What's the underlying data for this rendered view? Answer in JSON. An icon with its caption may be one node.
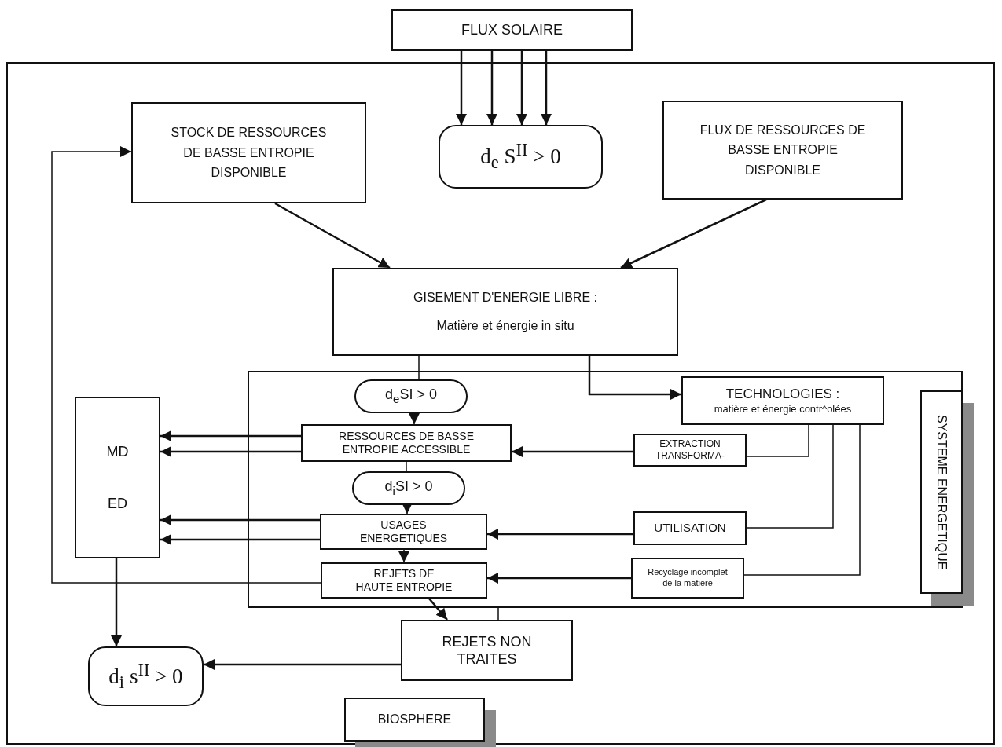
{
  "diagram": {
    "nodes": [
      {
        "text": [
          "FLUX SOLAIRE"
        ]
      },
      {
        "text": [
          "BIOSPHERE"
        ]
      },
      {
        "text": [
          "STOCK DE RESSOURCES DE BASSE ENTROPIE DISPONIBLE"
        ],
        "in": 1
      },
      {
        "text": [
          "d$_{e}$ S$^{II}$ > 0"
        ],
        "in": 1
      },
      {
        "text": [
          "FLUX DE RESSOURCES DE BASSE ENTROPIE DISPONIBLE"
        ],
        "in": 1
      },
      {
        "text": [
          "GISEMENT D'ENERGIE LIBRE :",
          "Matière et énergie in situ"
        ],
        "in": 1
      },
      {
        "text": [
          "MD",
          "ED"
        ],
        "in": 1
      },
      {
        "text": [
          "SYSTEME ENERGETIQUE"
        ],
        "in": 1
      },
      {
        "text": [
          "d$_{e}$SI > 0"
        ],
        "in": 7
      },
      {
        "text": [
          "TECHNOLOGIES :",
          "matière et énergie contr^olées"
        ],
        "in": 7
      },
      {
        "text": [
          "RESSOURCES DE BASSE ENTROPIE ACCESSIBLE"
        ],
        "in": 7
      },
      {
        "text": [
          "EXTRACTION TRANSFORMA-"
        ],
        "in": 7
      },
      {
        "text": [
          "d$_{i}$SI > 0"
        ],
        "in": 7
      },
      {
        "text": [
          "USAGES ENERGETIQUES"
        ],
        "in": 7
      },
      {
        "text": [
          "UTILISATION"
        ],
        "in": 7
      },
      {
        "text": [
          "REJETS DE HAUTE ENTROPIE"
        ],
        "in": 7
      },
      {
        "text": [
          "Recyclage incomplet de la matière"
        ],
        "in": 7
      },
      {
        "text": [
          "REJETS NON TRAITES"
        ],
        "in": 1
      },
      {
        "text": [
          "d$_{i}$ s$^{II}$ > 0"
        ],
        "in": 1
      }
    ],
    "edges": [
      {
        "from": 0,
        "to": 3,
        "arrow": "to"
      },
      {
        "from": 0,
        "to": 3,
        "arrow": "to"
      },
      {
        "from": 0,
        "to": 3,
        "arrow": "to"
      },
      {
        "from": 0,
        "to": 3,
        "arrow": "to"
      },
      {
        "from": 2,
        "to": 5,
        "arrow": "to"
      },
      {
        "from": 4,
        "to": 5,
        "arrow": "to"
      },
      {
        "from": 5,
        "to": 8,
        "arrow": "none"
      },
      {
        "from": 5,
        "to": 9,
        "arrow": "to"
      },
      {
        "from": 8,
        "to": 10,
        "arrow": "to"
      },
      {
        "from": 10,
        "to": 6,
        "arrow": "to"
      },
      {
        "from": 10,
        "to": 6,
        "arrow": "to"
      },
      {
        "from": 9,
        "to": 11,
        "arrow": "none"
      },
      {
        "from": 11,
        "to": 10,
        "arrow": "to"
      },
      {
        "from": 10,
        "to": 12,
        "arrow": "none"
      },
      {
        "from": 12,
        "to": 13,
        "arrow": "to"
      },
      {
        "from": 13,
        "to": 6,
        "arrow": "to"
      },
      {
        "from": 13,
        "to": 6,
        "arrow": "to"
      },
      {
        "from": 9,
        "to": 14,
        "arrow": "none"
      },
      {
        "from": 14,
        "to": 13,
        "arrow": "to"
      },
      {
        "from": 13,
        "to": 15,
        "arrow": "to"
      },
      {
        "from": 9,
        "to": 16,
        "arrow": "none"
      },
      {
        "from": 16,
        "to": 15,
        "arrow": "to"
      },
      {
        "from": 15,
        "to": 2,
        "arrow": "to"
      },
      {
        "from": 15,
        "to": 17,
        "arrow": "to"
      },
      {
        "from": 7,
        "to": 17,
        "arrow": "none"
      },
      {
        "from": 6,
        "to": 18,
        "arrow": "to"
      },
      {
        "from": 17,
        "to": 18,
        "arrow": "to"
      }
    ]
  }
}
